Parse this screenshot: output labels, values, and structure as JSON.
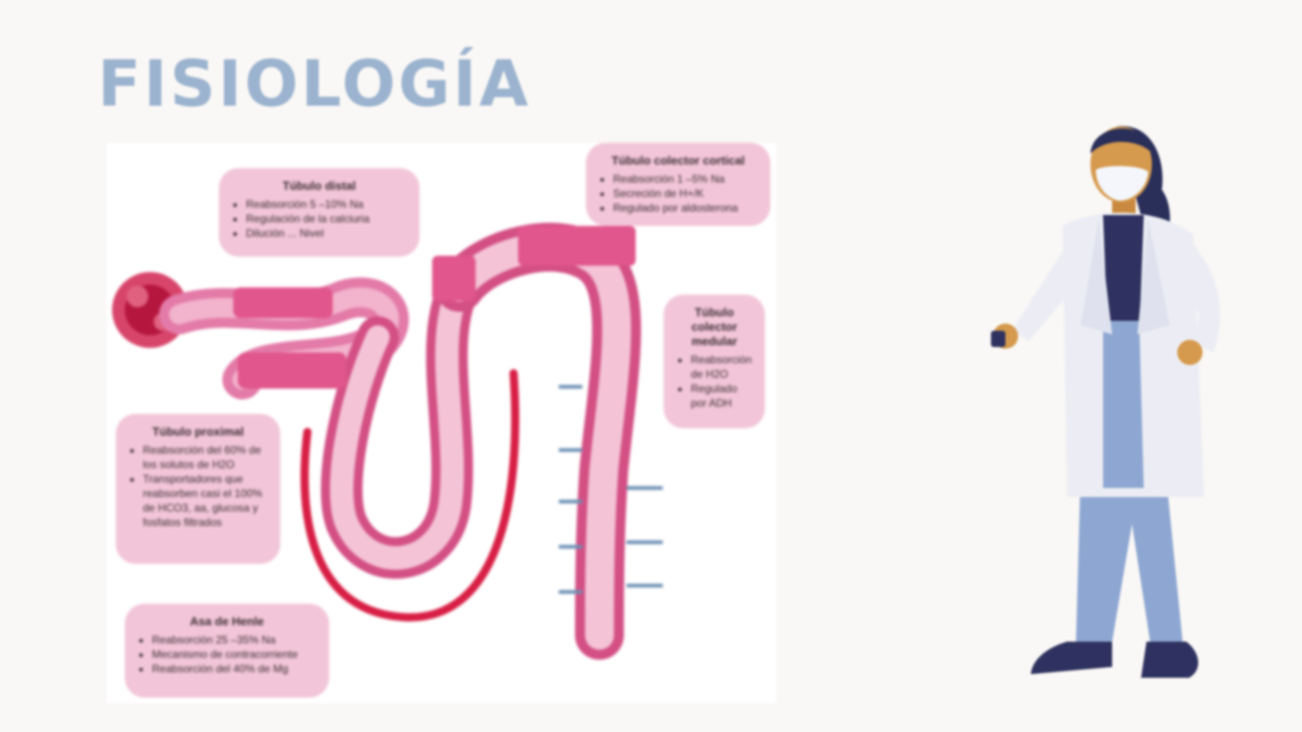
{
  "slide": {
    "title": "FISIOLOGÍA"
  },
  "callouts": {
    "distal": {
      "title": "Túbulo distal",
      "items": [
        "Reabsorción 5 –10% Na",
        "Regulación de la calciuria",
        "Dilución ... Nivel"
      ]
    },
    "cortical": {
      "title": "Túbulo colector cortical",
      "items": [
        "Reabsorción 1 –5% Na",
        "Secreción de H+/K",
        "Regulado por aldosterona"
      ]
    },
    "medular": {
      "title": "Túbulo colector medular",
      "items": [
        "Reabsorción de H2O",
        "Regulado por ADH"
      ]
    },
    "proximal": {
      "title": "Túbulo proximal",
      "items": [
        "Reabsorción del 60% de los solutos de H2O",
        "Transportadores que reabsorben casi el 100% de HCO3, aa, glucosa y fosfatos filtrados"
      ]
    },
    "henle": {
      "title": "Asa de Henle",
      "items": [
        "Reabsorción 25 –35% Na",
        "Mecanismo de contracorriente",
        "Reabsorción del 40% de Mg"
      ]
    }
  },
  "colors": {
    "title": "#9bb3cf",
    "callout": "#f2c6d8",
    "tubule": "#e37aa8",
    "vessel": "#d81e45"
  }
}
